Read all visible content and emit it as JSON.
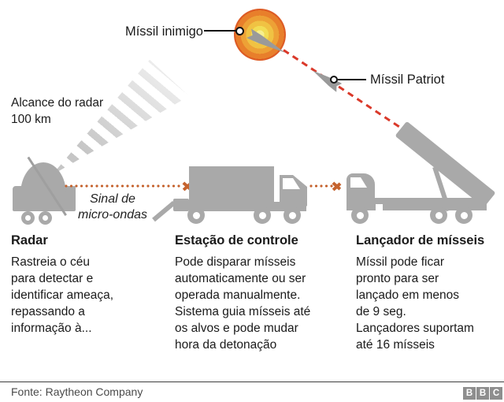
{
  "labels": {
    "enemy_missile": "Míssil inimigo",
    "patriot_missile": "Míssil Patriot",
    "radar_range": "Alcance do radar\n100 km",
    "microwave_signal": "Sinal de\nmicro-ondas"
  },
  "sections": [
    {
      "heading": "Radar",
      "body": "Rastreia o céu\npara detectar e\nidentificar ameaça,\nrepassando a\ninformação à..."
    },
    {
      "heading": "Estação de controle",
      "body": "Pode disparar mísseis\nautomaticamente ou ser\noperada manualmente.\nSistema guia mísseis até\nos alvos e pode mudar\nhora da detonação"
    },
    {
      "heading": "Lançador de mísseis",
      "body": "Míssil pode ficar\npronto para ser\nlançado em menos\nde 9 seg.\nLançadores suportam\naté 16 mísseis"
    }
  ],
  "footer": {
    "source": "Fonte: Raytheon Company",
    "bbc": [
      "B",
      "B",
      "C"
    ]
  },
  "colors": {
    "signal_orange": "#c5622d",
    "trajectory_red": "#da392a",
    "vehicle_gray": "#a9a9a9",
    "explosion_outer_red": "#d04128",
    "explosion_core_yellow": "#f7ef8e",
    "text_dark": "#1a1a1a",
    "bbc_logo_gray": "#8e8e8e"
  }
}
